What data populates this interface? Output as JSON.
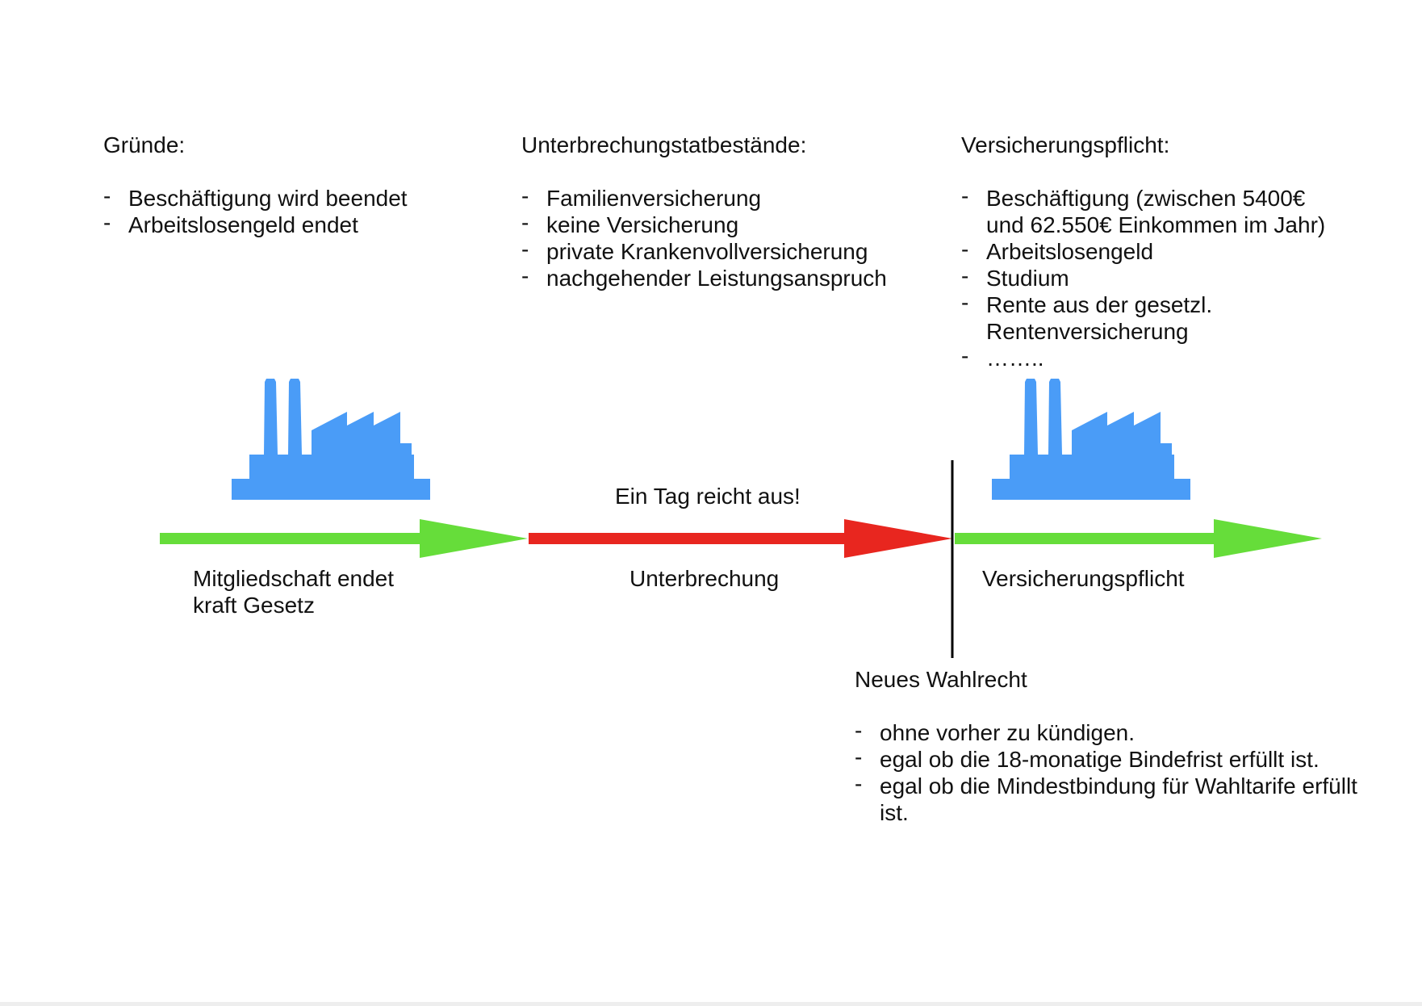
{
  "colors": {
    "factory": "#4a9cf7",
    "arrow_green": "#66dd3a",
    "arrow_red": "#e8261f",
    "divider": "#000000"
  },
  "icons": [
    "factory-icon",
    "factory-icon"
  ],
  "reasons": {
    "heading": "Gründe:",
    "items": [
      "Beschäftigung wird beendet",
      "Arbeitslosengeld endet"
    ]
  },
  "interruption_facts": {
    "heading": "Unterbrechungstatbestände:",
    "items": [
      "Familienversicherung",
      "keine Versicherung",
      "private Krankenvollversicherung",
      "nachgehender Leistungsanspruch"
    ]
  },
  "insurance_obligation": {
    "heading": "Versicherungspflicht:",
    "items": [
      "Beschäftigung (zwischen 5400€ und 62.550€ Einkommen im Jahr)",
      "Arbeitslosengeld",
      "Studium",
      "Rente aus der gesetzl. Rentenversicherung",
      "…….."
    ]
  },
  "timeline": {
    "red_caption": "Ein Tag reicht aus!",
    "segment1_label": "Mitgliedschaft endet kraft Gesetz",
    "segment2_label": "Unterbrechung",
    "segment3_label": "Versicherungspflicht"
  },
  "new_choice": {
    "heading": "Neues Wahlrecht",
    "items": [
      "ohne vorher zu kündigen.",
      "egal ob die 18-monatige Bindefrist erfüllt ist.",
      "egal ob die Mindestbindung für Wahltarife erfüllt ist."
    ]
  }
}
